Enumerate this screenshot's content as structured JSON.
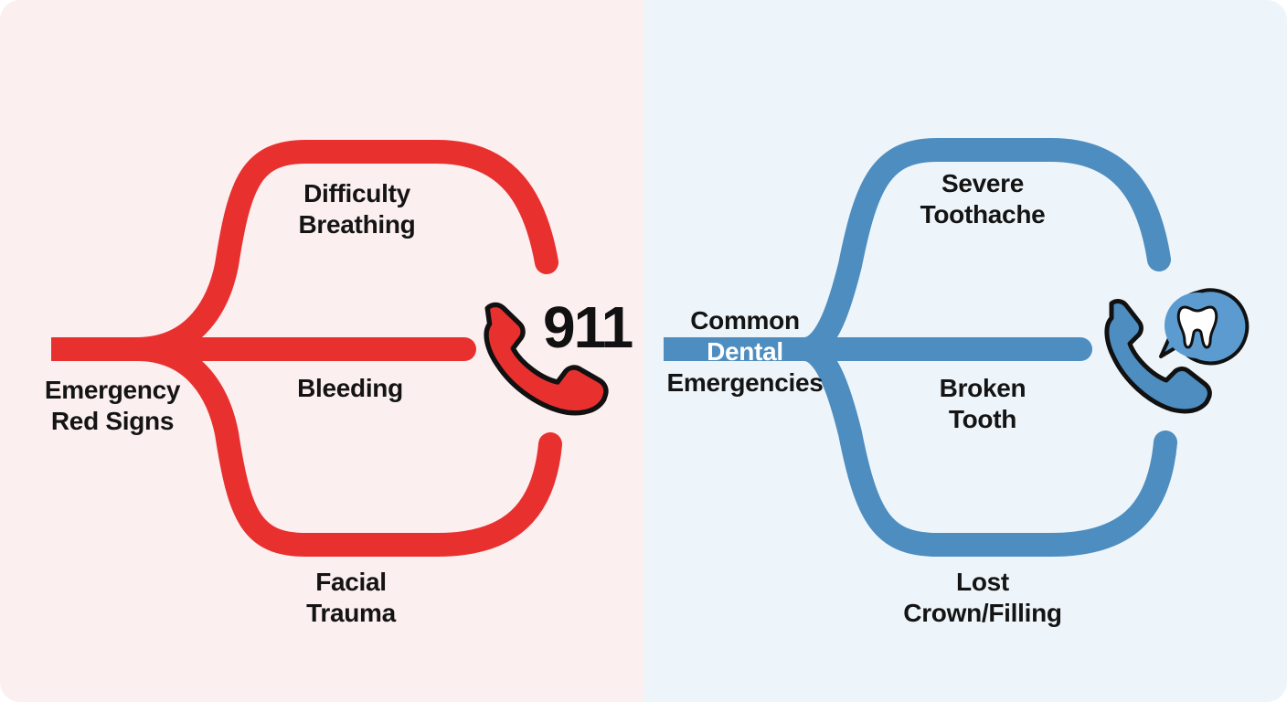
{
  "colors": {
    "left_background": "#fcefef",
    "right_background": "#eef5fa",
    "emergency_red": "#e8302f",
    "dental_blue": "#4d8dc0",
    "icon_outline": "#111111",
    "tooth_bubble": "#5b9bd0"
  },
  "left": {
    "root_label": [
      "Emergency",
      "Red Signs"
    ],
    "branches": [
      {
        "label": [
          "Difficulty",
          "Breathing"
        ]
      },
      {
        "label": [
          "Bleeding"
        ]
      },
      {
        "label": [
          "Facial",
          "Trauma"
        ]
      }
    ],
    "call_number": "911",
    "icons": [
      "phone-icon"
    ]
  },
  "right": {
    "root_label": {
      "line1": "Common",
      "line2": "Dental",
      "line3": "Emergencies"
    },
    "branches": [
      {
        "label": [
          "Severe",
          "Toothache"
        ]
      },
      {
        "label": [
          "Broken",
          "Tooth"
        ]
      },
      {
        "label": [
          "Lost",
          "Crown/Filling"
        ]
      }
    ],
    "icons": [
      "phone-icon",
      "tooth-speech-bubble-icon"
    ]
  }
}
